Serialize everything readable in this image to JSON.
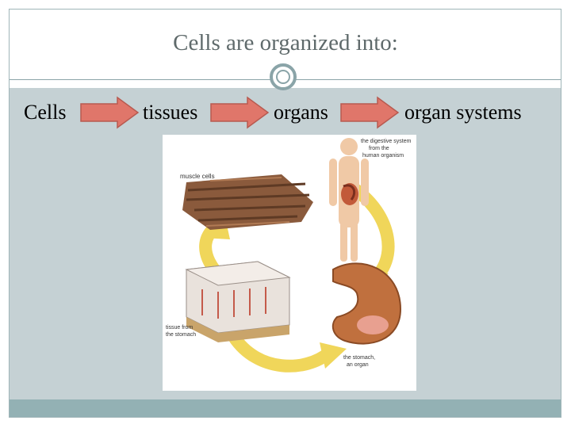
{
  "slide": {
    "title": "Cells are organized into:",
    "sequence": [
      "Cells",
      "tissues",
      "organs",
      "organ systems"
    ]
  },
  "illustration": {
    "label_muscle": "muscle cells",
    "label_system": [
      "the digestive system",
      "from the",
      "human organism"
    ],
    "label_tissue": [
      "tissue from",
      "the stomach"
    ],
    "label_organ": [
      "the stomach,",
      "an organ"
    ]
  },
  "colors": {
    "arrow_fill": "#e0766a",
    "arrow_stroke": "#b85a50",
    "content_bg": "#c5d1d4",
    "bar": "#93b1b4",
    "cycle_arrow": "#f0d65a"
  }
}
